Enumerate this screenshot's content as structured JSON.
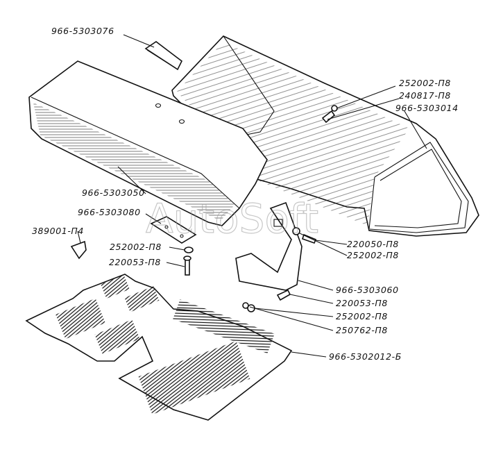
{
  "watermark": "AutoSoft",
  "labels": {
    "l1": "966-5303076",
    "l2": "252002-П8",
    "l3": "240817-П8",
    "l4": "966-5303014",
    "l5": "966-5303050",
    "l6": "966-5303080",
    "l7": "389001-П4",
    "l8": "252002-П8",
    "l9": "220053-П8",
    "l10": "220050-П8",
    "l11": "252002-П8",
    "l12": "966-5303060",
    "l13": "220053-П8",
    "l14": "252002-П8",
    "l15": "250762-П8",
    "l16": "966-5302012-Б"
  }
}
